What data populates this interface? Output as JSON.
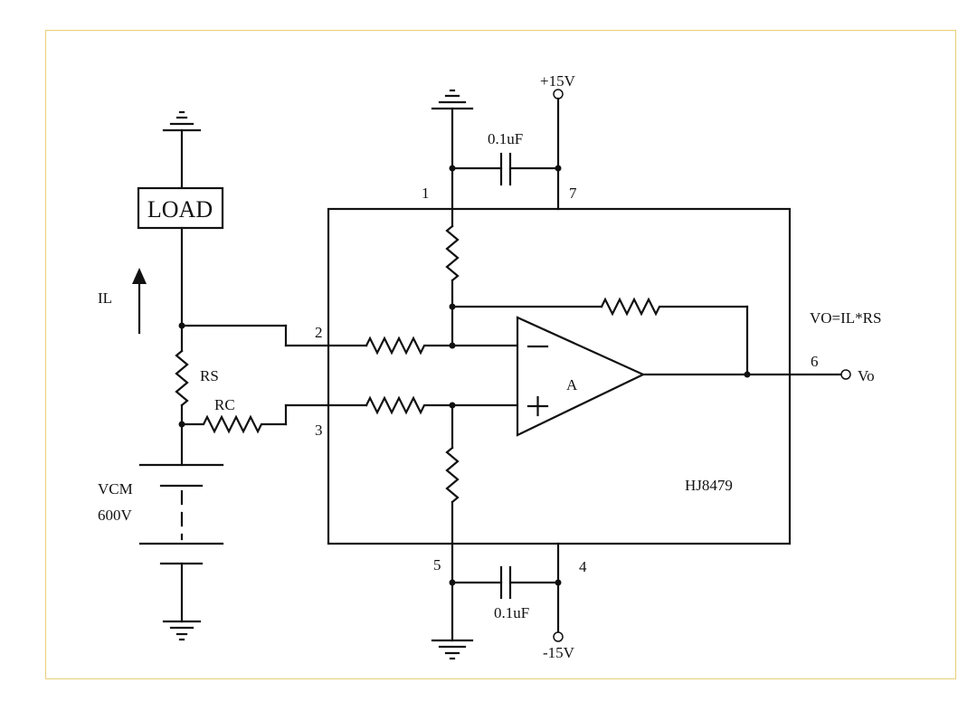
{
  "colors": {
    "frame": "#e8cf78",
    "ink": "#111111",
    "background": "#ffffff"
  },
  "supply_pos": "+15V",
  "supply_neg": "-15V",
  "cap_top": "0.1uF",
  "cap_bottom": "0.1uF",
  "load": "LOAD",
  "current_label": "IL",
  "rs": "RS",
  "rc": "RC",
  "vcm": "VCM",
  "vcm_value": "600V",
  "chip": "HJ8479",
  "amp": "A",
  "formula": "VO=IL*RS",
  "output": "Vo",
  "pins": {
    "p1": "1",
    "p2": "2",
    "p3": "3",
    "p4": "4",
    "p5": "5",
    "p6": "6",
    "p7": "7"
  }
}
